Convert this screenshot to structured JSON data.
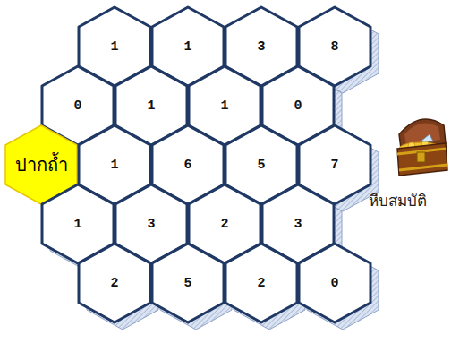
{
  "diagram": {
    "nodes": [
      {
        "text": [
          "1"
        ]
      },
      {
        "text": [
          "1"
        ]
      },
      {
        "text": [
          "3"
        ]
      },
      {
        "text": [
          "8"
        ]
      },
      {
        "text": [
          "0"
        ]
      },
      {
        "text": [
          "1"
        ]
      },
      {
        "text": [
          "1"
        ]
      },
      {
        "text": [
          "0"
        ]
      },
      {
        "text": [
          "ปากถ้ำ"
        ]
      },
      {
        "text": [
          "1"
        ]
      },
      {
        "text": [
          "6"
        ]
      },
      {
        "text": [
          "5"
        ]
      },
      {
        "text": [
          "7"
        ]
      },
      {
        "text": [
          "1"
        ]
      },
      {
        "text": [
          "3"
        ]
      },
      {
        "text": [
          "2"
        ]
      },
      {
        "text": [
          "3"
        ]
      },
      {
        "text": [
          "2"
        ]
      },
      {
        "text": [
          "5"
        ]
      },
      {
        "text": [
          "2"
        ]
      },
      {
        "text": [
          "0"
        ]
      }
    ],
    "edges": [
      {
        "from": 13,
        "to": 12,
        "arrow": "to"
      }
    ],
    "labels": [
      "หีบสมบัติ"
    ]
  }
}
